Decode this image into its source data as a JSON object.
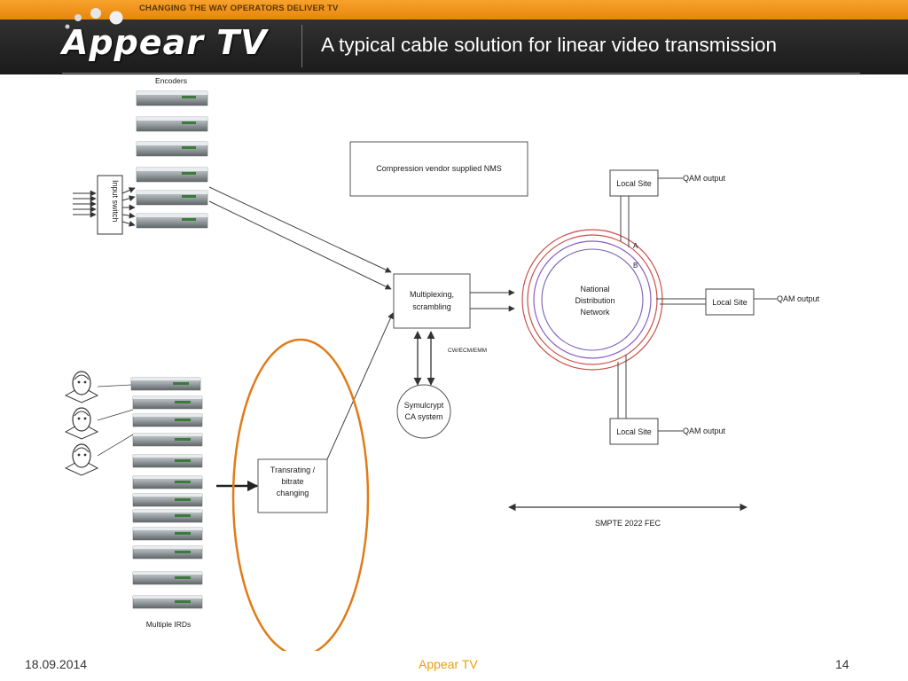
{
  "header": {
    "tagline": "CHANGING THE WAY OPERATORS DELIVER TV",
    "logo": "Appear TV",
    "title": "A typical cable solution for linear video transmission"
  },
  "diagram": {
    "encoders_label": "Encoders",
    "input_switch_label": "Input  switch",
    "nms_label": "Compression vendor supplied NMS",
    "mux_label_line1": "Multiplexing,",
    "mux_label_line2": "scrambling",
    "cw_label": "CW/ECM/EMM",
    "ca_label_line1": "Symulcrypt",
    "ca_label_line2": "CA system",
    "network_line1": "National",
    "network_line2": "Distribution",
    "network_line3": "Network",
    "ring_a": "A",
    "ring_b": "B",
    "local_site_top": "Local Site",
    "local_site_right": "Local Site",
    "local_site_bottom": "Local Site",
    "qam_top": "QAM output",
    "qam_right": "QAM output",
    "qam_bottom": "QAM output",
    "transrating_line1": "Transrating /",
    "transrating_line2": "bitrate",
    "transrating_line3": "changing",
    "irds_label": "Multiple IRDs",
    "smpte_label": "SMPTE 2022 FEC",
    "highlight_color": "#e07b19",
    "ring_outer_color": "#c9504a",
    "ring_inner_color": "#8a5cc4"
  },
  "footer": {
    "date": "18.09.2014",
    "brand": "Appear TV",
    "page": "14"
  }
}
